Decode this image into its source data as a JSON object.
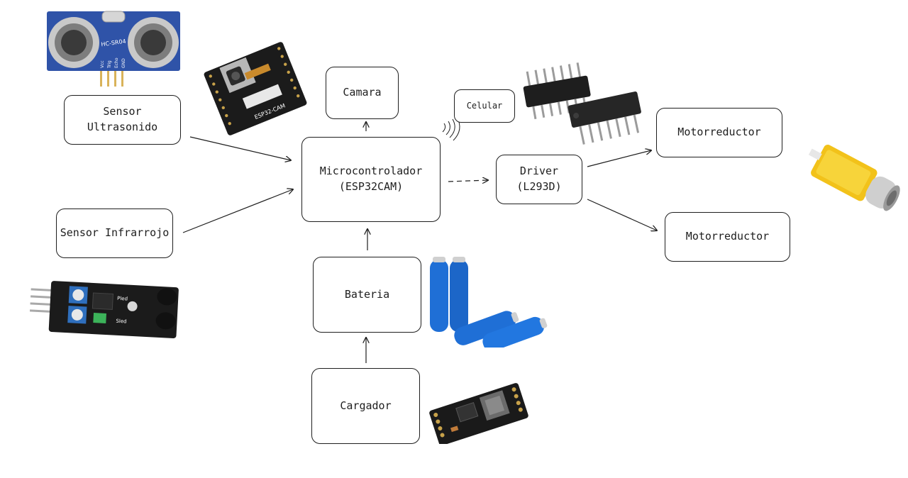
{
  "diagram": {
    "nodes": {
      "sensor_ultrasonido": "Sensor\nUltrasonido",
      "sensor_infrarrojo": "Sensor Infrarrojo",
      "camara": "Camara",
      "celular": "Celular",
      "microcontrolador": "Microcontrolador\n(ESP32CAM)",
      "driver": "Driver\n(L293D)",
      "motorreductor_1": "Motorreductor",
      "motorreductor_2": "Motorreductor",
      "bateria": "Bateria",
      "cargador": "Cargador"
    },
    "images": {
      "ultrasonic_label": "HC-SR04",
      "ultrasonic_pins": [
        "Vcc",
        "Trig",
        "Echo",
        "GND"
      ],
      "esp32cam_label": "ESP32-CAM",
      "ir_labels": [
        "Pled",
        "Sled"
      ]
    },
    "colors": {
      "line": "#1e1e1e",
      "box_border": "#1e1e1e",
      "ultrasonic_board": "#2f53a8",
      "battery": "#1f6fd6",
      "motor_yellow": "#f2c21a",
      "pcb_black": "#1b1b1b"
    }
  }
}
